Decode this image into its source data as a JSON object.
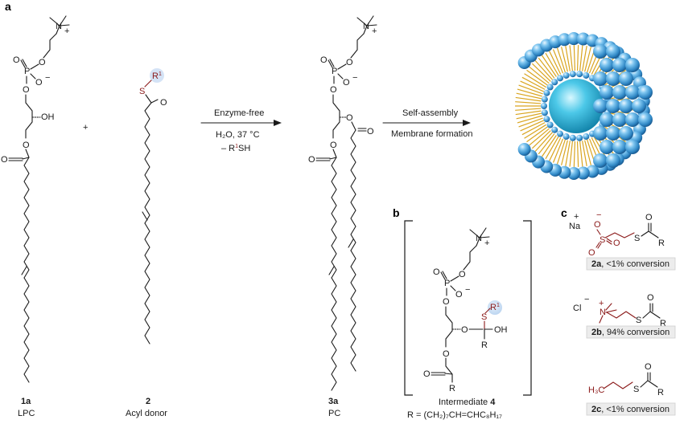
{
  "panels": {
    "a": "a",
    "b": "b",
    "c": "c"
  },
  "atoms": {
    "N": "N",
    "plus": "+",
    "minus": "−",
    "O": "O",
    "P": "P",
    "S": "S",
    "OH": "OH",
    "R1": "R",
    "R1_sup": "1",
    "R": "R",
    "Cl": "Cl",
    "Na": "Na",
    "H3C": "H₃C"
  },
  "molecule_1a": {
    "label_num": "1a",
    "label_name": "LPC"
  },
  "reaction_plus": "+",
  "molecule_2": {
    "label_num": "2",
    "label_name": "Acyl donor"
  },
  "arrow_1": {
    "top": "Enzyme-free",
    "mid": "H₂O, 37 °C",
    "bottom_prefix": "– R",
    "bottom_sup": "1",
    "bottom_suffix": "SH"
  },
  "molecule_3a": {
    "label_num": "3a",
    "label_name": "PC"
  },
  "arrow_2": {
    "top": "Self-assembly",
    "bottom": "Membrane formation"
  },
  "panel_b": {
    "label_prefix": "Intermediate ",
    "label_num": "4",
    "r_def": "R = (CH₂)₇CH=CHC₈H₁₇"
  },
  "panel_c": [
    {
      "num": "2a",
      "text": ", <1% conversion"
    },
    {
      "num": "2b",
      "text": ", 94% conversion"
    },
    {
      "num": "2c",
      "text": ", <1% conversion"
    }
  ],
  "colors": {
    "ink": "#1a1a1a",
    "accent_red": "#8b1a1a",
    "sphere_blue": "#3d9bd6",
    "lipid_tail": "#d9a520",
    "core_cyan": "#49c6e5"
  }
}
